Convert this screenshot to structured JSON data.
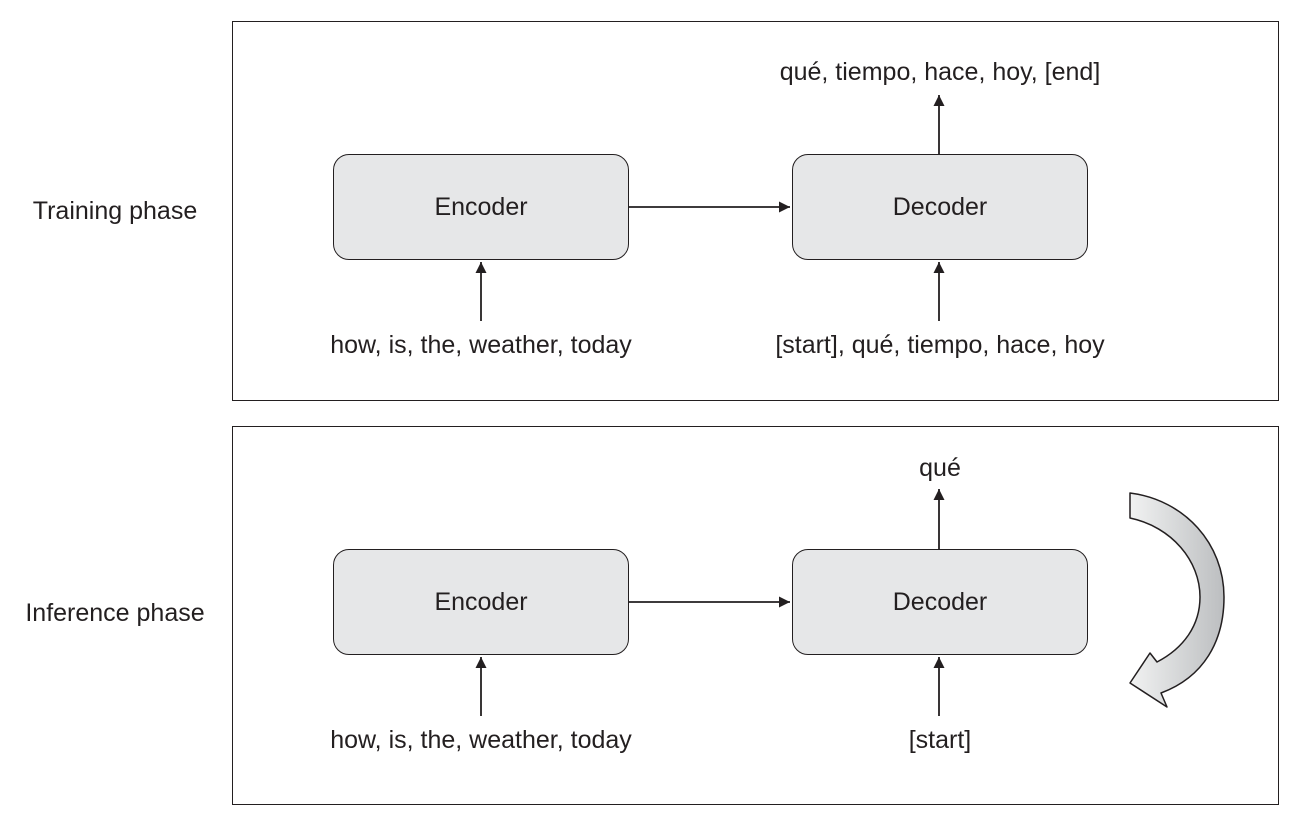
{
  "training": {
    "label": "Training phase",
    "encoder_label": "Encoder",
    "decoder_label": "Decoder",
    "encoder_input": "how, is, the, weather, today",
    "decoder_input": "[start], qué, tiempo, hace, hoy",
    "decoder_output": "qué, tiempo, hace, hoy, [end]"
  },
  "inference": {
    "label": "Inference phase",
    "encoder_label": "Encoder",
    "decoder_label": "Decoder",
    "encoder_input": "how, is, the, weather, today",
    "decoder_input": "[start]",
    "decoder_output": "qué"
  },
  "colors": {
    "box_fill": "#e6e7e8",
    "stroke": "#231f20",
    "loop_arrow_light": "#f1f2f2",
    "loop_arrow_dark": "#bcbec0"
  },
  "icons": {
    "loop": "curved-feedback-arrow-icon"
  }
}
